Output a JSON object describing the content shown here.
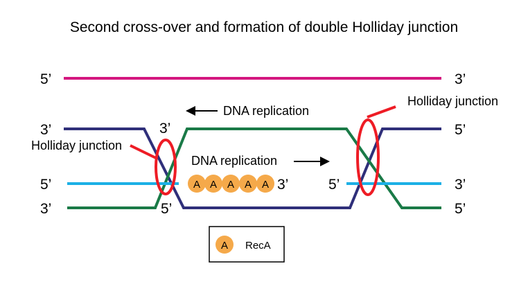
{
  "title": "Second cross-over and formation of double Holliday junction",
  "strand_labels": {
    "top_left": "5’",
    "top_right": "3’",
    "upper_left": "3’",
    "upper_right": "5’",
    "upper_mid_left": "3’",
    "mid_left": "5’",
    "mid_right": "3’",
    "mid_inner_right_of_recA": "3’",
    "mid_inner_right_junction": "5’",
    "lower_left": "3’",
    "lower_right": "5’",
    "lower_mid_left": "5’"
  },
  "annotations": {
    "replication_top": "DNA replication",
    "replication_middle": "DNA replication",
    "holliday_left": "Holliday junction",
    "holliday_right": "Holliday junction"
  },
  "recA": {
    "letter": "A",
    "count": 5
  },
  "legend": {
    "symbol": "A",
    "label": "RecA"
  },
  "colors": {
    "magenta_strand": "#d4177f",
    "navy_strand": "#2f2f7a",
    "green_strand": "#1a7a47",
    "cyan_strand": "#1cb0e6",
    "junction_red": "#ee1c25",
    "recA_orange": "#f5a94a"
  }
}
